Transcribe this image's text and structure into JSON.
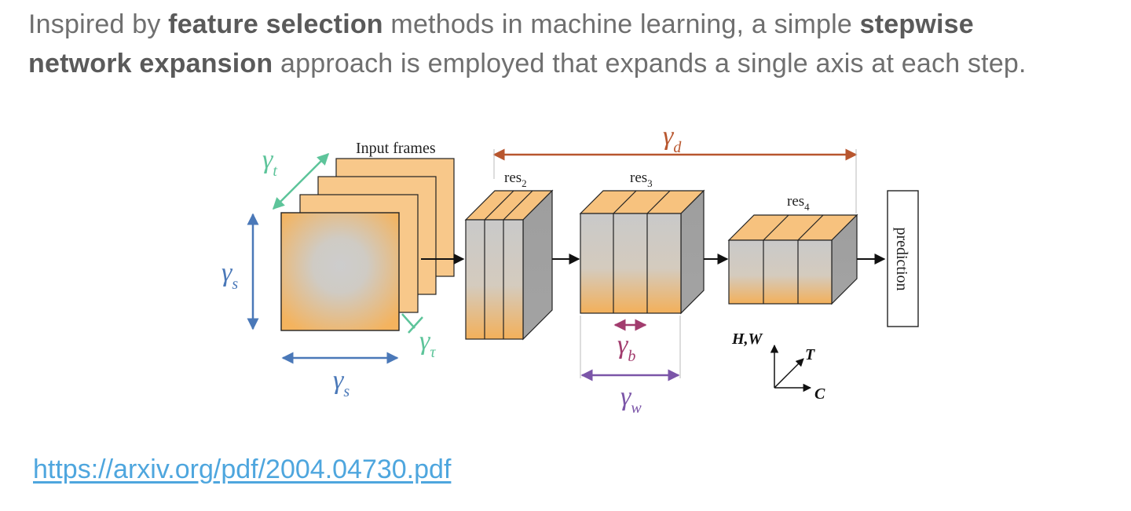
{
  "intro": {
    "part1": "Inspired by ",
    "bold1": "feature selection",
    "part2": " methods in machine learning, a simple ",
    "bold2": "stepwise",
    "bold3": "network expansion",
    "part3": " approach is employed that expands a single axis at each step."
  },
  "diagram": {
    "input_frames": "Input frames",
    "stages": [
      {
        "base": "res",
        "sub": "2"
      },
      {
        "base": "res",
        "sub": "3"
      },
      {
        "base": "res",
        "sub": "4"
      }
    ],
    "prediction": "prediction",
    "factors": {
      "temporal": {
        "sym": "γ",
        "sub": "t"
      },
      "spatial_v": {
        "sym": "γ",
        "sub": "s"
      },
      "spatial_h": {
        "sym": "γ",
        "sub": "s"
      },
      "frame_rate": {
        "sym": "γ",
        "sub": "τ"
      },
      "depth": {
        "sym": "γ",
        "sub": "d"
      },
      "bottleneck": {
        "sym": "γ",
        "sub": "b"
      },
      "width": {
        "sym": "γ",
        "sub": "w"
      }
    },
    "axes": {
      "hw": "H,W",
      "t": "T",
      "c": "C"
    },
    "colors": {
      "orange": "#f4b35e",
      "gray": "#c8c8c8",
      "green": "#5dc49a",
      "blue": "#4a78b8",
      "rust": "#b8562e",
      "magenta": "#a23c6e",
      "purple": "#7b55a8"
    }
  },
  "link": {
    "text": "https://arxiv.org/pdf/2004.04730.pdf"
  }
}
